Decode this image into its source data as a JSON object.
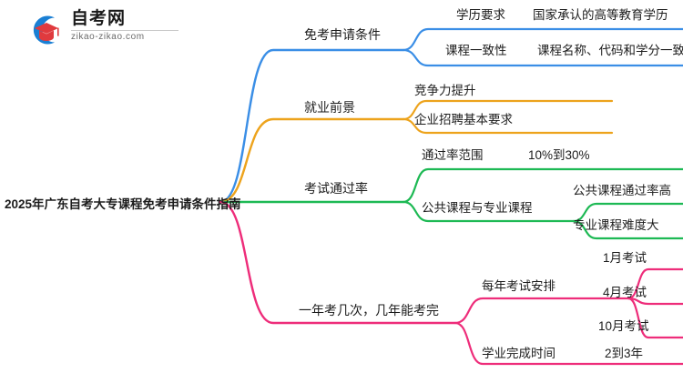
{
  "logo": {
    "name": "自考网",
    "domain": "zikao-zikao.com",
    "mark": "graduation-cap-in-circle",
    "circle_color": "#1a7fd4",
    "cap_color": "#e03a3e"
  },
  "mindmap": {
    "root": {
      "label": "2025年广东自考大专课程免考申请条件指南"
    },
    "branches": [
      {
        "label": "免考申请条件",
        "color": "#3a8ee6",
        "children": [
          {
            "label": "学历要求",
            "children": [
              {
                "label": "国家承认的高等教育学历"
              }
            ]
          },
          {
            "label": "课程一致性",
            "children": [
              {
                "label": "课程名称、代码和学分一致"
              }
            ]
          }
        ]
      },
      {
        "label": "就业前景",
        "color": "#eda31c",
        "children": [
          {
            "label": "竞争力提升",
            "children": []
          },
          {
            "label": "企业招聘基本要求",
            "children": []
          }
        ]
      },
      {
        "label": "考试通过率",
        "color": "#1db954",
        "children": [
          {
            "label": "通过率范围",
            "children": [
              {
                "label": "10%到30%"
              }
            ]
          },
          {
            "label": "公共课程与专业课程",
            "children": [
              {
                "label": "公共课程通过率高"
              },
              {
                "label": "专业课程难度大"
              }
            ]
          }
        ]
      },
      {
        "label": "一年考几次，几年能考完",
        "color": "#ee2d7a",
        "children": [
          {
            "label": "每年考试安排",
            "children": [
              {
                "label": "1月考试"
              },
              {
                "label": "4月考试"
              },
              {
                "label": "10月考试"
              }
            ]
          },
          {
            "label": "学业完成时间",
            "children": [
              {
                "label": "2到3年"
              }
            ]
          }
        ]
      }
    ]
  }
}
